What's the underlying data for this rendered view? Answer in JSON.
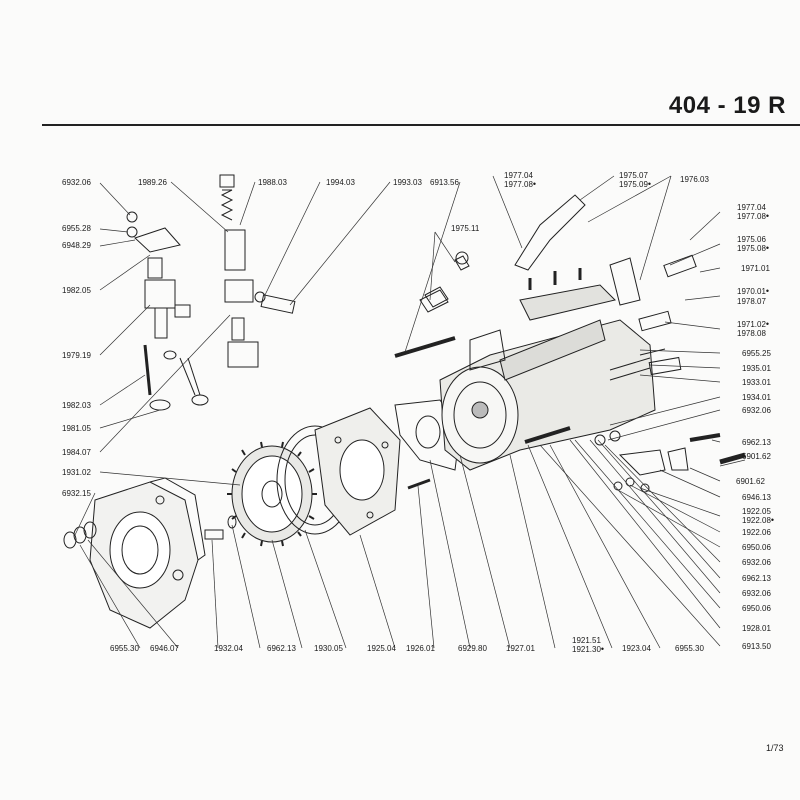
{
  "header": {
    "title": "404 - 19 R"
  },
  "footer": {
    "folio": "1/73"
  },
  "labels": {
    "l6932_06": "6932.06",
    "l1989_26": "1989.26",
    "l1988_03": "1988.03",
    "l1994_03": "1994.03",
    "l1993_03": "1993.03",
    "l6913_56": "6913.56",
    "l1977_04a": "1977.04",
    "l1977_08a": "1977.08",
    "l1975_07": "1975.07",
    "l1975_09": "1975.09",
    "l1976_03": "1976.03",
    "l1977_04b": "1977.04",
    "l1977_08b": "1977.08",
    "l6955_28": "6955.28",
    "l6948_29": "6948.29",
    "l1975_11": "1975.11",
    "l1975_06": "1975.06",
    "l1975_08": "1975.08",
    "l1971_01": "1971.01",
    "l1982_05": "1982.05",
    "l1970_01": "1970.01",
    "l1978_07": "1978.07",
    "l1971_02": "1971.02",
    "l1978_08": "1978.08",
    "l1979_19": "1979.19",
    "l6955_25": "6955.25",
    "l1935_01": "1935.01",
    "l1933_01": "1933.01",
    "l1934_01": "1934.01",
    "l1982_03": "1982.03",
    "l6932_06b": "6932.06",
    "l1981_05": "1981.05",
    "l6962_13a": "6962.13",
    "l1984_07": "1984.07",
    "l6901_62a": "6901.62",
    "l1931_02": "1931.02",
    "l6901_62b": "6901.62",
    "l6946_13": "6946.13",
    "l6932_15": "6932.15",
    "l1922_05": "1922.05",
    "l1922_08": "1922.08",
    "l1922_06": "1922.06",
    "l6950_06a": "6950.06",
    "l6932_06c": "6932.06",
    "l6962_13b": "6962.13",
    "l6932_06d": "6932.06",
    "l6950_06b": "6950.06",
    "l1928_01": "1928.01",
    "l6955_30a": "6955.30",
    "l6946_07": "6946.07",
    "l1932_04": "1932.04",
    "l6962_13c": "6962.13",
    "l1930_05": "1930.05",
    "l1925_04": "1925.04",
    "l1926_01": "1926.01",
    "l6929_80": "6929.80",
    "l1927_01": "1927.01",
    "l1921_51": "1921.51",
    "l1921_30": "1921.30",
    "l1923_04": "1923.04",
    "l6955_30b": "6955.30",
    "l6913_50": "6913.50"
  }
}
